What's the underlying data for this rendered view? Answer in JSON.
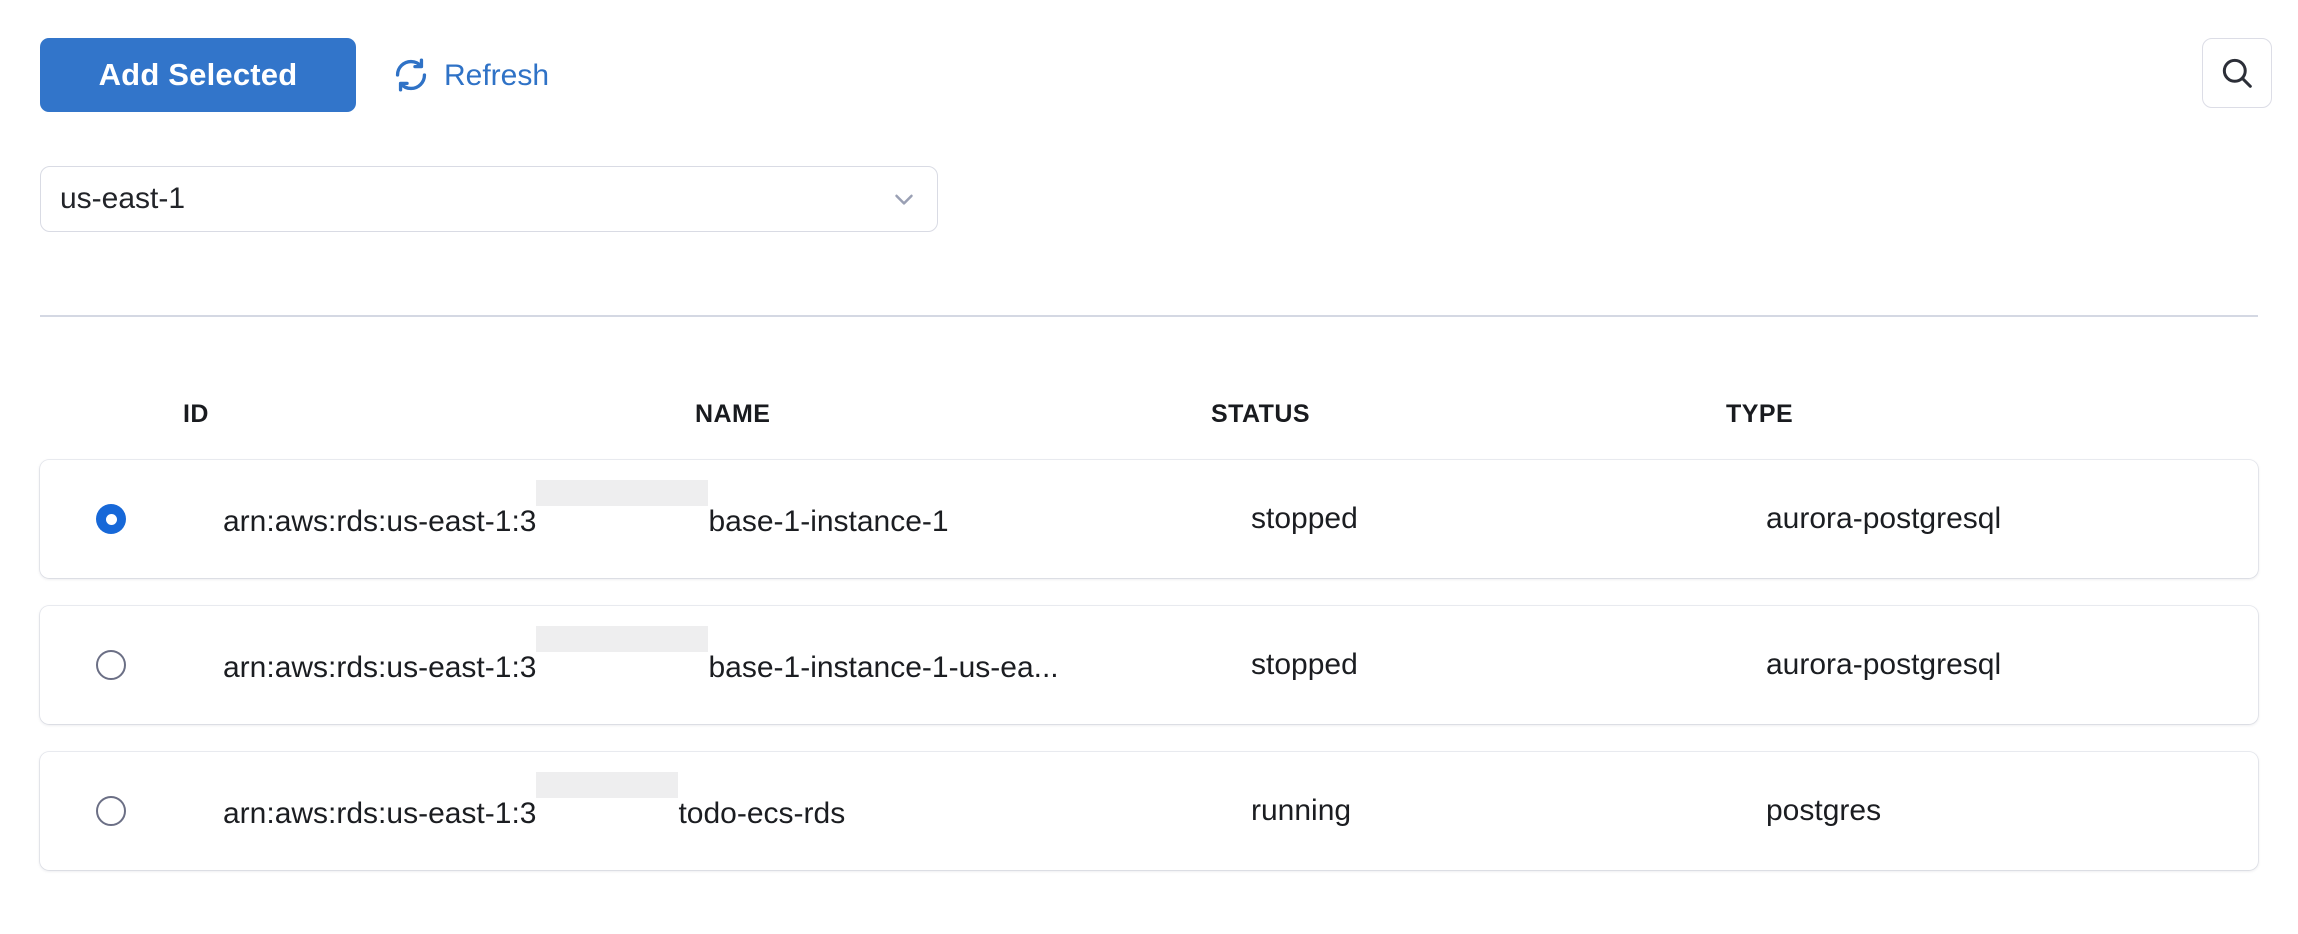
{
  "toolbar": {
    "add_selected_label": "Add Selected",
    "refresh_label": "Refresh",
    "refresh_icon": "refresh-icon",
    "search_icon": "search-icon",
    "accent_color": "#3275ca",
    "link_color": "#2f72c6"
  },
  "region": {
    "selected": "us-east-1",
    "chevron_icon": "chevron-down-icon"
  },
  "table": {
    "headers": [
      "ID",
      "NAME",
      "STATUS",
      "TYPE"
    ],
    "rows": [
      {
        "selected": true,
        "id_prefix": "arn:aws:rds:us-east-1:3",
        "id_redacted": true,
        "id_suffix": "base-1-instance-1",
        "name": "",
        "status": "stopped",
        "type": "aurora-postgresql"
      },
      {
        "selected": false,
        "id_prefix": "arn:aws:rds:us-east-1:3",
        "id_redacted": true,
        "id_suffix": "base-1-instance-1-us-ea...",
        "name": "",
        "status": "stopped",
        "type": "aurora-postgresql"
      },
      {
        "selected": false,
        "id_prefix": "arn:aws:rds:us-east-1:3",
        "id_redacted": true,
        "id_suffix": "todo-ecs-rds",
        "name": "",
        "status": "running",
        "type": "postgres"
      }
    ]
  }
}
